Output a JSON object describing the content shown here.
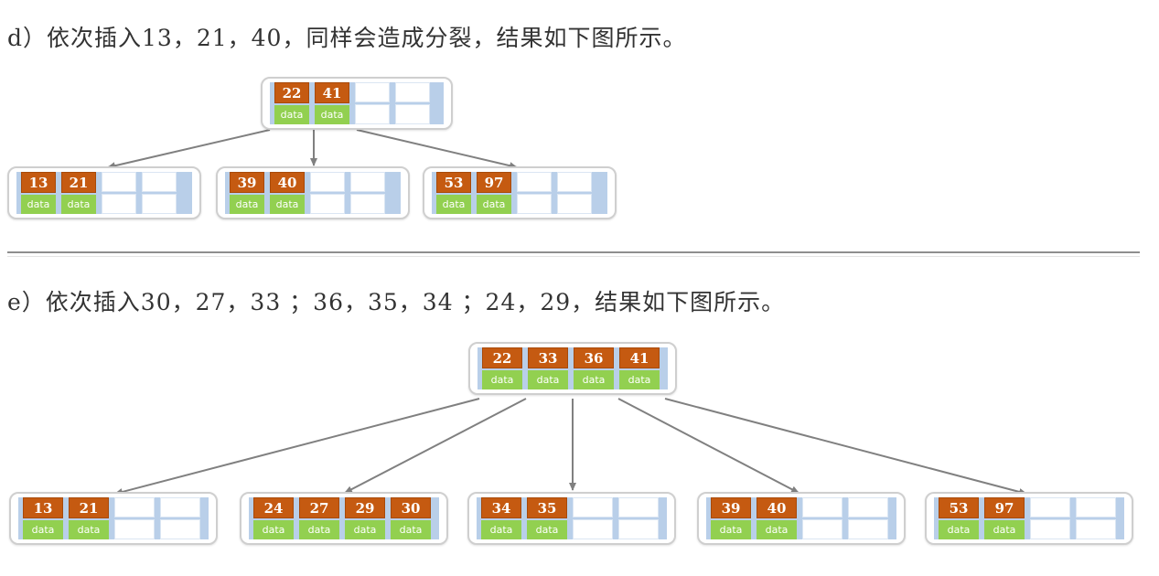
{
  "captions": {
    "d": "d）依次插入13，21，40，同样会造成分裂，结果如下图所示。",
    "e": "e）依次插入30，27，33 ；36，35，34 ；24，29，结果如下图所示。"
  },
  "data_label": "data",
  "colors": {
    "key": "#c55a11",
    "data": "#92d050",
    "slot_bg": "#b9cfe9",
    "edge": "#808080"
  },
  "tree_d": {
    "root": {
      "keys": [
        "22",
        "41"
      ],
      "capacity": 4
    },
    "children": [
      {
        "keys": [
          "13",
          "21"
        ],
        "capacity": 4
      },
      {
        "keys": [
          "39",
          "40"
        ],
        "capacity": 4
      },
      {
        "keys": [
          "53",
          "97"
        ],
        "capacity": 4
      }
    ]
  },
  "tree_e": {
    "root": {
      "keys": [
        "22",
        "33",
        "36",
        "41"
      ],
      "capacity": 4
    },
    "children": [
      {
        "keys": [
          "13",
          "21"
        ],
        "capacity": 4
      },
      {
        "keys": [
          "24",
          "27",
          "29",
          "30"
        ],
        "capacity": 4
      },
      {
        "keys": [
          "34",
          "35"
        ],
        "capacity": 4
      },
      {
        "keys": [
          "39",
          "40"
        ],
        "capacity": 4
      },
      {
        "keys": [
          "53",
          "97"
        ],
        "capacity": 4
      }
    ]
  }
}
